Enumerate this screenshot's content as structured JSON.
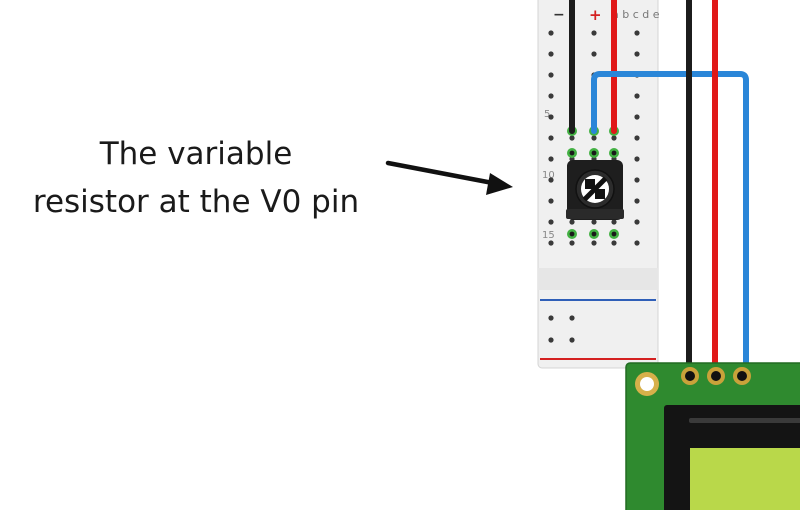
{
  "caption": {
    "line1": "The variable",
    "line2": "resistor at the V0 pin"
  },
  "breadboard": {
    "rail_minus_label": "−",
    "rail_plus_label": "+",
    "column_letters": "a b c d e",
    "row_labels": [
      "5",
      "10",
      "15"
    ]
  },
  "colors": {
    "wire_black": "#1c1c1c",
    "wire_red": "#e01818",
    "wire_blue": "#2a86d8",
    "rail_red": "#d42020",
    "rail_blue": "#2f5fb8",
    "breadboard": "#efefef",
    "pcb_green": "#2f8a2f",
    "lcd_screen": "#b9d84a",
    "pad_gold": "#c9a23a",
    "active_hole": "#43b143"
  },
  "icons": [
    "arrow-icon",
    "potentiometer-icon"
  ]
}
